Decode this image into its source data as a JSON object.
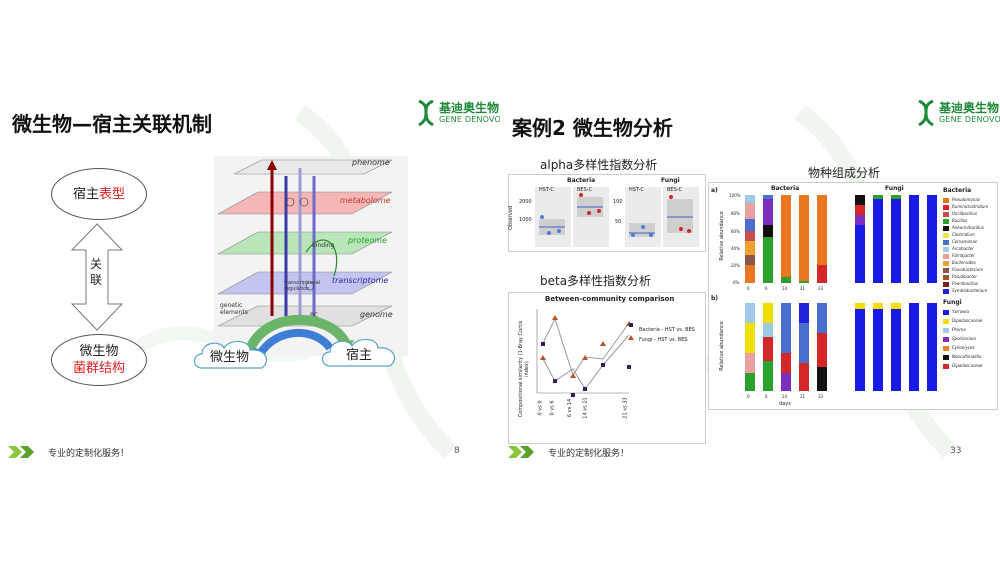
{
  "left_slide": {
    "title": "微生物—宿主关联机制",
    "logo": {
      "cn": "基迪奥生物",
      "en": "GENE DENOVO"
    },
    "phenotype_box": {
      "prefix": "宿主",
      "highlight": "表型"
    },
    "link_label": "关联",
    "structure_box": {
      "line1": "微生物",
      "line2": "菌群结构"
    },
    "diagram": {
      "layers": [
        "phenome",
        "metabolome",
        "proteome",
        "transcriptome",
        "genome"
      ],
      "layer_colors": [
        "#e6e6e6",
        "#f0a8a8",
        "#a8e0a8",
        "#b8b8ee",
        "#d8d8d8"
      ],
      "labels": [
        "genetic elements",
        "transcriptional regulation",
        "binding",
        "BC"
      ],
      "cloud_left": "微生物",
      "cloud_right": "宿主"
    },
    "footer": "专业的定制化服务！",
    "page": "8"
  },
  "right_slide": {
    "title": "案例2 微生物分析",
    "logo": {
      "cn": "基迪奥生物",
      "en": "GENE DENOVO"
    },
    "alpha_title": "alpha多样性指数分析",
    "alpha_chart": {
      "groups": [
        "Bacteria",
        "Fungi"
      ],
      "subgroups": [
        "HST-C",
        "BES-C",
        "HST-C",
        "BES-C"
      ],
      "ylabel": "Observed",
      "yticks_left": [
        "2000",
        "1000"
      ],
      "yticks_right": [
        "100",
        "50"
      ]
    },
    "beta_title": "beta多样性指数分析",
    "beta_chart": {
      "title": "Between-community comparison",
      "ylabel": "Compositional similarity (1-Bray Curtis index)",
      "legend": [
        "Bacteria - HST vs. BES",
        "Fungi - HST vs. BES"
      ],
      "categories": [
        "0 vs 0",
        "0 vs 6",
        "6 vs 14",
        "14 vs 21",
        "21 vs 33"
      ]
    },
    "composition_title": "物种组成分析",
    "composition": {
      "panel_a": "a)",
      "panel_b": "b)",
      "bacteria_title": "Bacteria",
      "fungi_title": "Fungi",
      "ylabel": "Relative abundance",
      "xlabel": "days",
      "days": [
        "0",
        "6",
        "14",
        "21",
        "33"
      ],
      "yticks": [
        "100%",
        "80%",
        "60%",
        "40%",
        "20%",
        "0%"
      ],
      "legend_bacteria_title": "Bacteria",
      "legend_bacteria": [
        {
          "name": "Pseudomonas",
          "color": "#e87722"
        },
        {
          "name": "Ruminiclostridium",
          "color": "#d62728"
        },
        {
          "name": "Unclibacillus",
          "color": "#c44e52"
        },
        {
          "name": "Bacillus",
          "color": "#2ca02c"
        },
        {
          "name": "Aneurinibacillus",
          "color": "#111111"
        },
        {
          "name": "Clostridium",
          "color": "#f2e34c"
        },
        {
          "name": "Comamonas",
          "color": "#4a6fd1"
        },
        {
          "name": "Arcobacter",
          "color": "#9ec9e8"
        },
        {
          "name": "Fibrobacter",
          "color": "#e8a0a0"
        },
        {
          "name": "Bacteroides",
          "color": "#f0a030"
        },
        {
          "name": "Flavobacterium",
          "color": "#8c564b"
        },
        {
          "name": "Paludibacter",
          "color": "#a0522d"
        },
        {
          "name": "Paenibacillus",
          "color": "#7f1f1f"
        },
        {
          "name": "Symbiobacterium",
          "color": "#2222dd"
        }
      ],
      "legend_fungi_title": "Fungi",
      "legend_fungi": [
        {
          "name": "Yarrowia",
          "color": "#1a1ae6"
        },
        {
          "name": "Dipodascaceae",
          "color": "#f0e000"
        },
        {
          "name": "Phoma",
          "color": "#9ec9e8"
        },
        {
          "name": "Sporisorium",
          "color": "#7b2fbe"
        },
        {
          "name": "Cylloniyces",
          "color": "#f08020"
        },
        {
          "name": "Neocallimastix",
          "color": "#111111"
        },
        {
          "name": "Dipodascaceae",
          "color": "#d62728"
        }
      ]
    },
    "footer": "专业的定制化服务！",
    "page": "33"
  }
}
